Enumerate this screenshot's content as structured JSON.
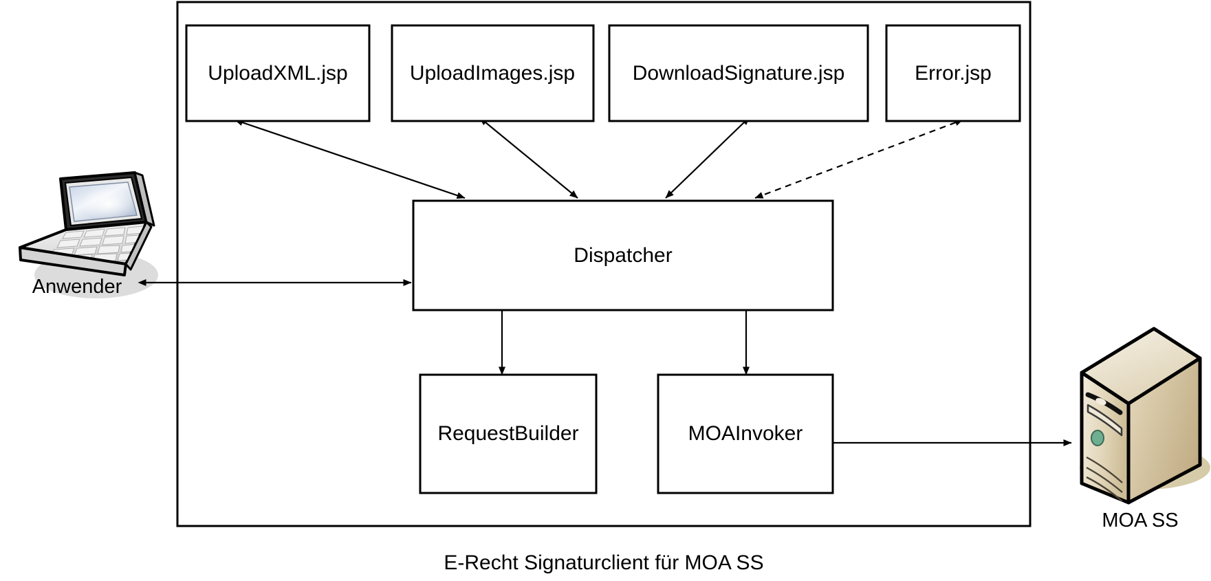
{
  "diagram": {
    "caption": "E-Recht Signaturclient für MOA SS",
    "container": {
      "name": "signature-client-container"
    },
    "boxes": [
      {
        "id": "upload-xml",
        "label": "UploadXML.jsp"
      },
      {
        "id": "upload-images",
        "label": "UploadImages.jsp"
      },
      {
        "id": "download-signature",
        "label": "DownloadSignature.jsp"
      },
      {
        "id": "error",
        "label": "Error.jsp"
      },
      {
        "id": "dispatcher",
        "label": "Dispatcher"
      },
      {
        "id": "request-builder",
        "label": "RequestBuilder"
      },
      {
        "id": "moa-invoker",
        "label": "MOAInvoker"
      }
    ],
    "actors": [
      {
        "id": "anwender",
        "label": "Anwender",
        "icon": "laptop-icon"
      },
      {
        "id": "moa-ss",
        "label": "MOA SS",
        "icon": "server-icon"
      }
    ],
    "connections": [
      {
        "id": "upload-xml-dispatcher",
        "from": "upload-xml",
        "to": "dispatcher",
        "style": "solid",
        "arrows": "both"
      },
      {
        "id": "upload-images-dispatcher",
        "from": "upload-images",
        "to": "dispatcher",
        "style": "solid",
        "arrows": "both"
      },
      {
        "id": "download-signature-dispatcher",
        "from": "download-signature",
        "to": "dispatcher",
        "style": "solid",
        "arrows": "both"
      },
      {
        "id": "error-dispatcher",
        "from": "error",
        "to": "dispatcher",
        "style": "dashed",
        "arrows": "both"
      },
      {
        "id": "anwender-dispatcher",
        "from": "anwender",
        "to": "dispatcher",
        "style": "solid",
        "arrows": "both"
      },
      {
        "id": "dispatcher-request-builder",
        "from": "dispatcher",
        "to": "request-builder",
        "style": "solid",
        "arrows": "both"
      },
      {
        "id": "dispatcher-moa-invoker",
        "from": "dispatcher",
        "to": "moa-invoker",
        "style": "solid",
        "arrows": "both"
      },
      {
        "id": "moa-invoker-moa-ss",
        "from": "moa-invoker",
        "to": "moa-ss",
        "style": "solid",
        "arrows": "both"
      }
    ],
    "colors": {
      "stroke": "#000000",
      "background": "#ffffff",
      "laptop_screen": "#b9c7dc",
      "laptop_body": "#e9e9e9",
      "server_body": "#d9c9a3",
      "server_led": "#6fae90",
      "shadow": "#dcdcdc"
    }
  }
}
